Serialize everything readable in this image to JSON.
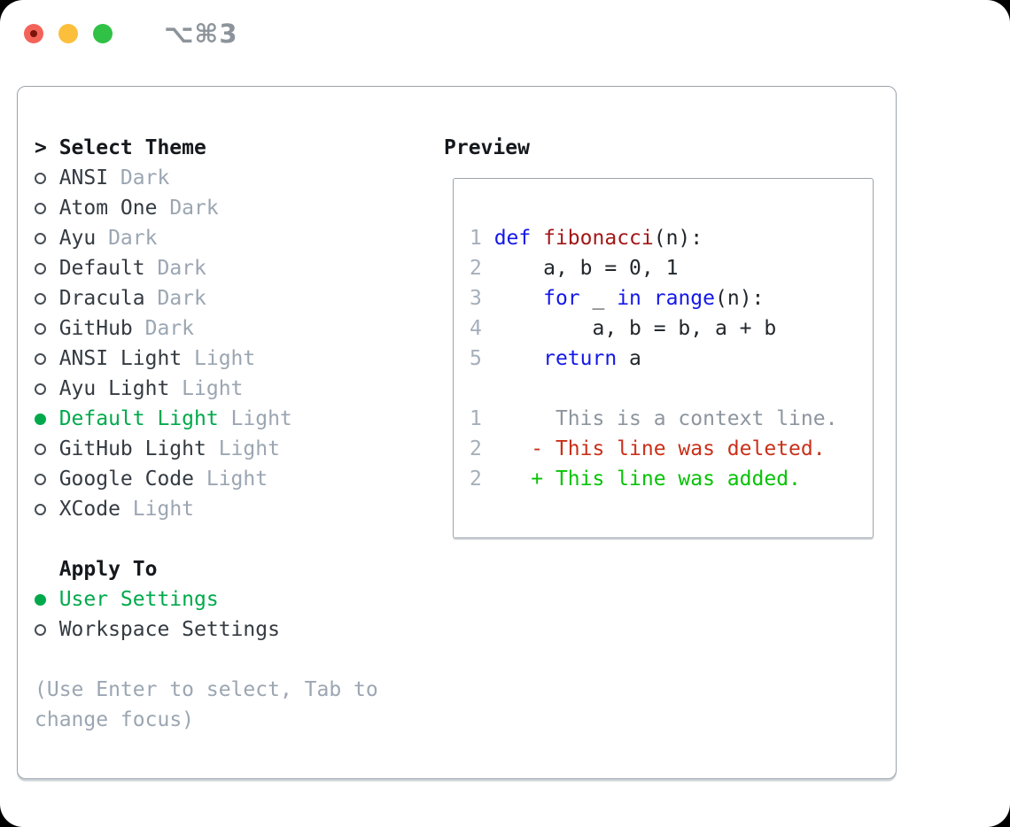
{
  "window": {
    "title": "⌥⌘3"
  },
  "colors": {
    "header_text": "#15191d",
    "item_text": "#343b42",
    "muted_text": "#9ba6b2",
    "selected_green": "#00a94b",
    "added_green": "#06c306",
    "deleted_red": "#c93019",
    "keyword_blue": "#1417e8",
    "function_red": "#a31717",
    "code_text": "#22272c",
    "line_number": "#a5afba",
    "context_gray": "#8d959e",
    "border_gray": "#9aa3ad",
    "titlebar_text": "#8c939a",
    "traffic_red": "#f4635a",
    "traffic_yellow": "#fcbf3c",
    "traffic_green": "#30c146"
  },
  "theme_picker": {
    "header": {
      "prompt": ">",
      "label": "Select Theme"
    },
    "themes": [
      {
        "name": "ANSI",
        "variant": "Dark",
        "selected": false
      },
      {
        "name": "Atom One",
        "variant": "Dark",
        "selected": false
      },
      {
        "name": "Ayu",
        "variant": "Dark",
        "selected": false
      },
      {
        "name": "Default",
        "variant": "Dark",
        "selected": false
      },
      {
        "name": "Dracula",
        "variant": "Dark",
        "selected": false
      },
      {
        "name": "GitHub",
        "variant": "Dark",
        "selected": false
      },
      {
        "name": "ANSI Light",
        "variant": "Light",
        "selected": false
      },
      {
        "name": "Ayu Light",
        "variant": "Light",
        "selected": false
      },
      {
        "name": "Default Light",
        "variant": "Light",
        "selected": true
      },
      {
        "name": "GitHub Light",
        "variant": "Light",
        "selected": false
      },
      {
        "name": "Google Code",
        "variant": "Light",
        "selected": false
      },
      {
        "name": "XCode",
        "variant": "Light",
        "selected": false
      }
    ],
    "apply_to": {
      "label": "Apply To",
      "options": [
        {
          "label": "User Settings",
          "selected": true
        },
        {
          "label": "Workspace Settings",
          "selected": false
        }
      ]
    },
    "help": [
      "(Use Enter to select, Tab to",
      "change focus)"
    ]
  },
  "preview": {
    "label": "Preview",
    "code_lines": [
      [
        {
          "c": "num",
          "t": "1 "
        },
        {
          "c": "kw",
          "t": "def"
        },
        {
          "c": "plain",
          "t": " "
        },
        {
          "c": "fn",
          "t": "fibonacci"
        },
        {
          "c": "plain",
          "t": "(n):"
        }
      ],
      [
        {
          "c": "num",
          "t": "2 "
        },
        {
          "c": "plain",
          "t": "    a, b = 0, 1"
        }
      ],
      [
        {
          "c": "num",
          "t": "3 "
        },
        {
          "c": "plain",
          "t": "    "
        },
        {
          "c": "kw",
          "t": "for"
        },
        {
          "c": "plain",
          "t": " _ "
        },
        {
          "c": "kw",
          "t": "in"
        },
        {
          "c": "plain",
          "t": " "
        },
        {
          "c": "kw",
          "t": "range"
        },
        {
          "c": "plain",
          "t": "(n):"
        }
      ],
      [
        {
          "c": "num",
          "t": "4 "
        },
        {
          "c": "plain",
          "t": "        a, b = b, a + b"
        }
      ],
      [
        {
          "c": "num",
          "t": "5 "
        },
        {
          "c": "plain",
          "t": "    "
        },
        {
          "c": "kw",
          "t": "return"
        },
        {
          "c": "plain",
          "t": " a"
        }
      ],
      [],
      [
        {
          "c": "num",
          "t": "1 "
        },
        {
          "c": "ctx",
          "t": "     This is a context line."
        }
      ],
      [
        {
          "c": "num",
          "t": "2 "
        },
        {
          "c": "del",
          "t": "   - This line was deleted."
        }
      ],
      [
        {
          "c": "num",
          "t": "2 "
        },
        {
          "c": "add",
          "t": "   + This line was added."
        }
      ]
    ]
  }
}
